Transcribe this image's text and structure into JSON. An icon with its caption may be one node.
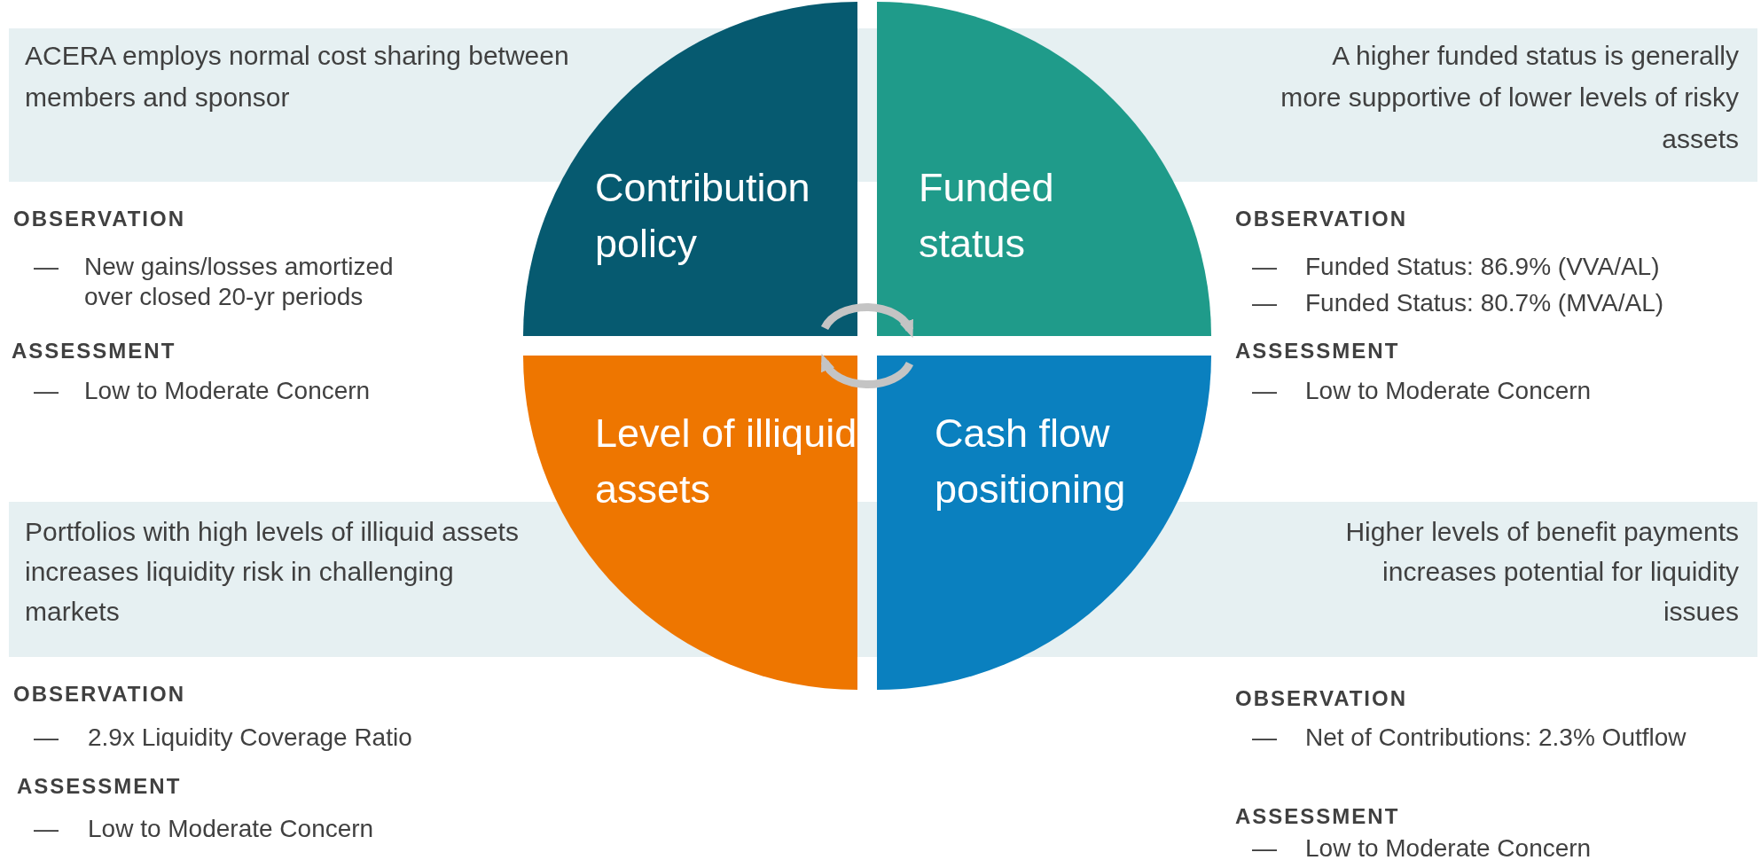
{
  "diagram": {
    "nodes": [
      {
        "text": [
          "ACERA employs normal cost sharing between members and sponsor",
          "A higher funded status is generally more supportive of lower levels of risky assets"
        ]
      },
      {
        "text": [
          "Contribution policy"
        ]
      },
      {
        "text": [
          "Funded status"
        ]
      },
      {
        "text": [
          "Level of illiquid assets"
        ]
      },
      {
        "text": [
          "Cash flow positioning"
        ]
      },
      {
        "text": [
          "Portfolios with high levels of illiquid assets increases liquidity risk in challenging markets",
          "Higher levels of benefit payments increases potential for liquidity issues"
        ]
      }
    ],
    "edges": [
      {
        "from": 1,
        "to": 2,
        "arrow": "to"
      },
      {
        "from": 4,
        "to": 3,
        "arrow": "to"
      }
    ],
    "labels": [
      "OBSERVATION",
      "—",
      "New gains/losses amortized over closed 20-yr periods",
      "ASSESSMENT",
      "—",
      "Low to Moderate Concern",
      "OBSERVATION",
      "—",
      "Funded Status: 86.9% (VVA/AL)",
      "—",
      "Funded Status: 80.7% (MVA/AL)",
      "ASSESSMENT",
      "—",
      "Low to Moderate Concern",
      "OBSERVATION",
      "—",
      "2.9x Liquidity Coverage Ratio",
      "ASSESSMENT",
      "—",
      "Low to Moderate Concern",
      "OBSERVATION",
      "—",
      "Net of Contributions: 2.3% Outflow",
      "ASSESSMENT",
      "—",
      "Low to Moderate Concern"
    ]
  }
}
